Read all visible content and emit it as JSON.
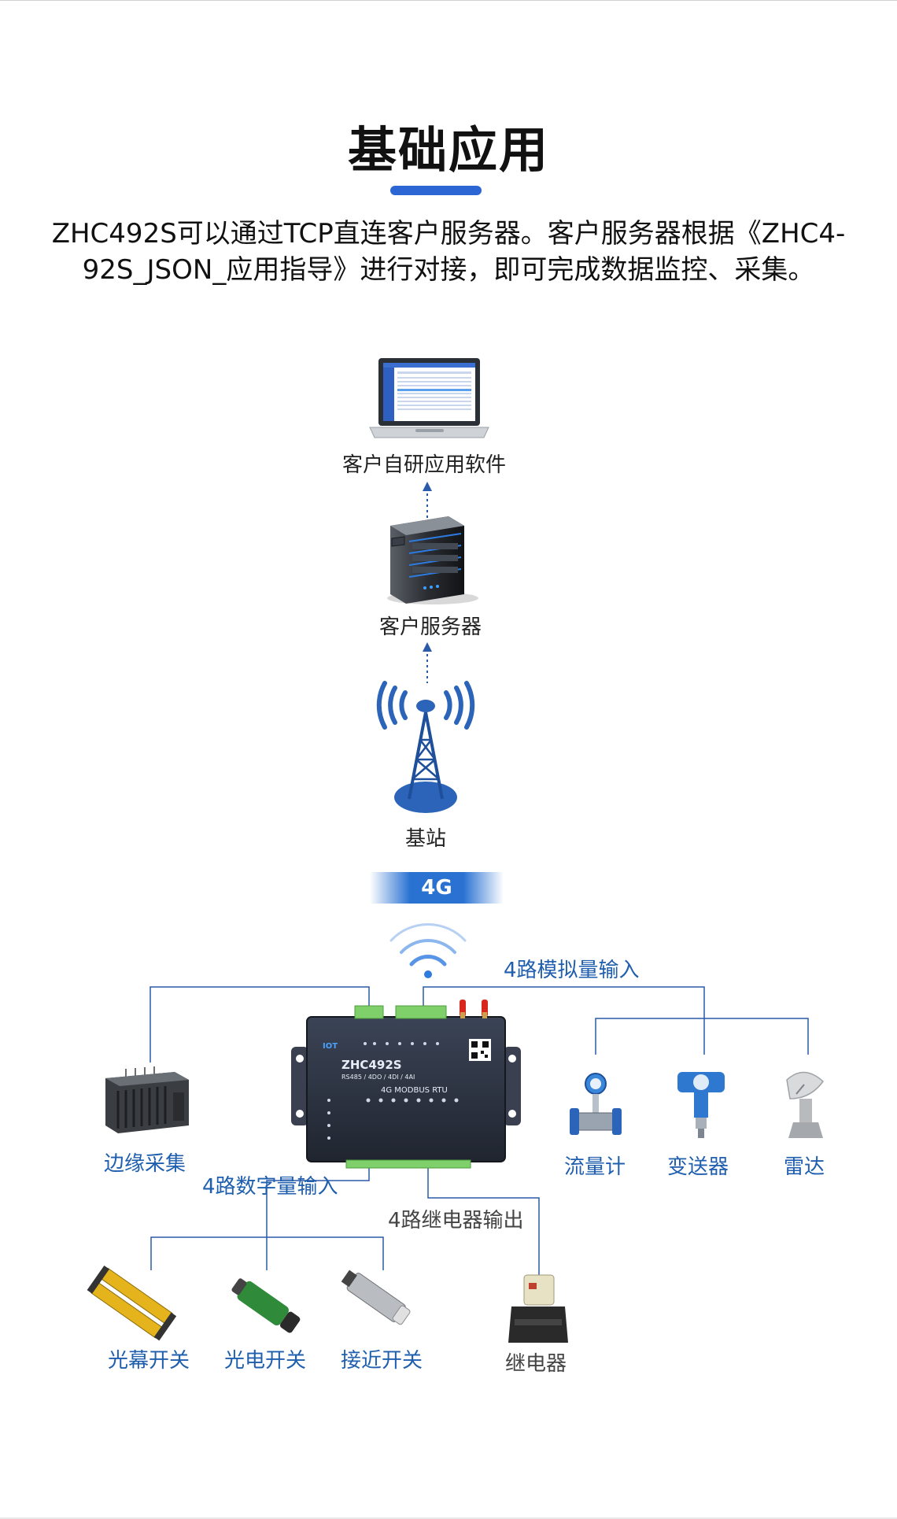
{
  "header": {
    "title": "基础应用",
    "intro_line1": "ZHC492S可以通过TCP直连客户服务器。客户服务器根据《ZHC4-",
    "intro_line2": "92S_JSON_应用指导》进行对接，即可完成数据监控、采集。"
  },
  "nodes": {
    "software": "客户自研应用软件",
    "server": "客户服务器",
    "base_station": "基站",
    "network": "4G",
    "edge": "边缘采集",
    "flowmeter": "流量计",
    "transmitter": "变送器",
    "radar": "雷达",
    "light_curtain": "光幕开关",
    "photo_switch": "光电开关",
    "proximity_switch": "接近开关",
    "relay": "继电器"
  },
  "connections": {
    "analog_input": "4路模拟量输入",
    "digital_input": "4路数字量输入",
    "relay_output": "4路继电器输出"
  },
  "device": {
    "brand": "IOT",
    "model": "ZHC492S",
    "spec": "RS485 / 4DO / 4DI / 4AI",
    "subtitle": "4G  MODBUS  RTU"
  },
  "colors": {
    "accent": "#2c66d4",
    "label_blue": "#1f5fae",
    "line_blue": "#2a5aa8",
    "device_body": "#2b3242"
  }
}
